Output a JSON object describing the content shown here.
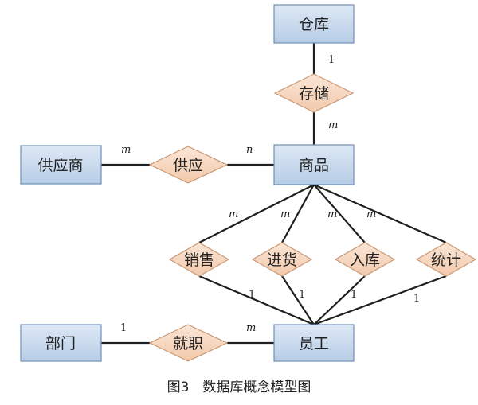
{
  "entities": {
    "warehouse": "仓库",
    "supplier": "供应商",
    "product": "商品",
    "department": "部门",
    "employee": "员工"
  },
  "relationships": {
    "storage": "存储",
    "supply": "供应",
    "sales": "销售",
    "purchase": "进货",
    "stock_in": "入库",
    "statistics": "统计",
    "employment": "就职"
  },
  "cardinalities": {
    "warehouse_storage": "1",
    "storage_product": "m",
    "supplier_supply": "m",
    "supply_product": "n",
    "product_sales": "m",
    "product_purchase": "m",
    "product_stock_in": "m",
    "product_statistics": "m",
    "sales_employee": "1",
    "purchase_employee": "1",
    "stock_in_employee": "1",
    "statistics_employee": "1",
    "department_employment": "1",
    "employment_employee": "m"
  },
  "caption": "图3　数据库概念模型图",
  "colors": {
    "entity_fill_top": "#dde8f5",
    "entity_fill_bottom": "#b7cde6",
    "entity_border": "#6f8fb6",
    "relation_fill_top": "#fbe6d6",
    "relation_fill_bottom": "#f2c9ab",
    "relation_border": "#c99a78",
    "line": "#1f1f1f"
  }
}
